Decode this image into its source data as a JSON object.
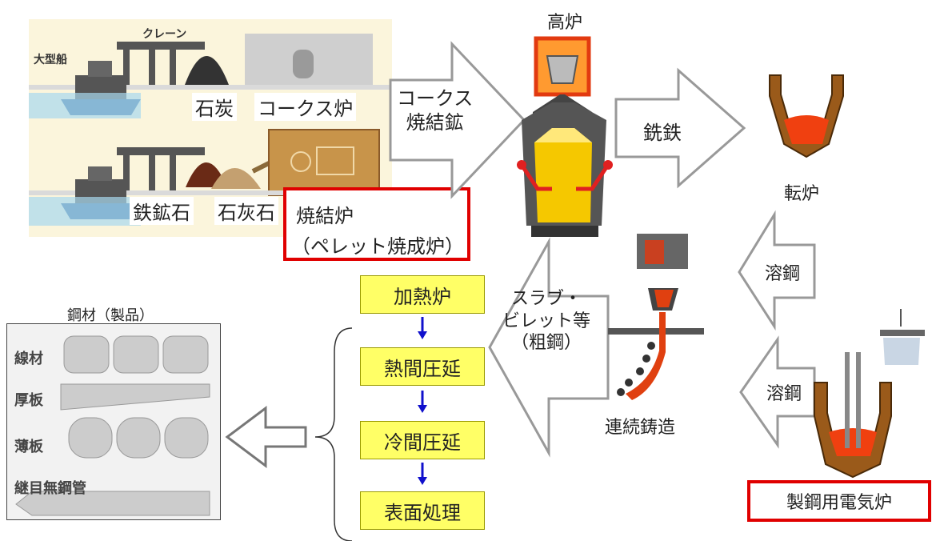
{
  "raw_materials": {
    "large_ship": "大型船",
    "crane": "クレーン",
    "coal": "石炭",
    "coke_oven": "コークス炉",
    "iron_ore": "鉄鉱石",
    "limestone": "石灰石"
  },
  "sinter_box": {
    "line1": "焼結炉",
    "line2": "（ペレット焼成炉）"
  },
  "arrow_coke": {
    "line1": "コークス",
    "line2": "焼結鉱"
  },
  "blast_furnace": {
    "label": "高炉"
  },
  "arrow_pig_iron": {
    "label": "銑鉄"
  },
  "converter": {
    "label": "転炉"
  },
  "arrow_molten_steel_top": {
    "label": "溶鋼"
  },
  "arrow_molten_steel_bottom": {
    "label": "溶鋼"
  },
  "continuous_casting": {
    "label": "連続鋳造"
  },
  "arrow_slab": {
    "line1": "スラブ・",
    "line2": "ビレット等",
    "line3": "（粗鋼）"
  },
  "eaf_box": {
    "label": "製鋼用電気炉"
  },
  "process_steps": [
    "加熱炉",
    "熱間圧延",
    "冷間圧延",
    "表面処理"
  ],
  "products": {
    "title": "鋼材（製品）",
    "items": [
      "線材",
      "厚板",
      "薄板",
      "継目無鋼管"
    ]
  },
  "colors": {
    "red_highlight": "#e00000",
    "process_yellow": "#ffff66",
    "step_arrow": "#1010cc",
    "molten": "#f04010",
    "furnace_gold": "#f5c800",
    "ladle_brown": "#9a5a1a"
  }
}
